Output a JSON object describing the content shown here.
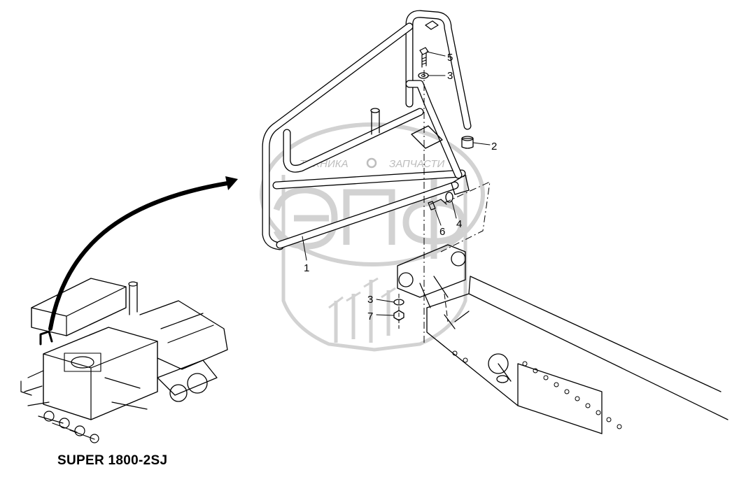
{
  "diagram": {
    "model_label": "SUPER 1800-2SJ",
    "watermark": {
      "text_left": "ТЕХНИКА",
      "text_right": "ЗАПЧАСТИ",
      "letters": "ЭПФ"
    },
    "callouts": [
      {
        "id": "1",
        "label": "1"
      },
      {
        "id": "2",
        "label": "2"
      },
      {
        "id": "3a",
        "label": "3"
      },
      {
        "id": "3b",
        "label": "3"
      },
      {
        "id": "4",
        "label": "4"
      },
      {
        "id": "5",
        "label": "5"
      },
      {
        "id": "6",
        "label": "6"
      },
      {
        "id": "7",
        "label": "7"
      }
    ]
  }
}
